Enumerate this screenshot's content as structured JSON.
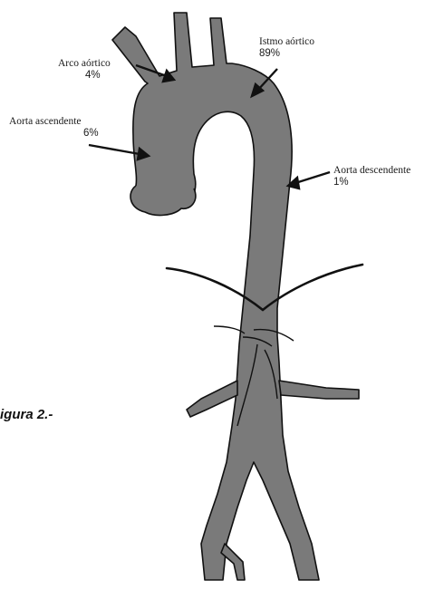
{
  "caption": "igura 2.-",
  "colors": {
    "vessel_fill": "#7a7a7a",
    "outline": "#111111",
    "arrow": "#111111",
    "background": "#ffffff"
  },
  "labels": {
    "arco": {
      "name": "Arco aórtico",
      "percent": "4%"
    },
    "istmo": {
      "name": "Istmo aórtico",
      "percent": "89%"
    },
    "ascendente": {
      "name": "Aorta ascendente",
      "percent": "6%"
    },
    "descendente": {
      "name": "Aorta descendente",
      "percent": "1%"
    }
  }
}
